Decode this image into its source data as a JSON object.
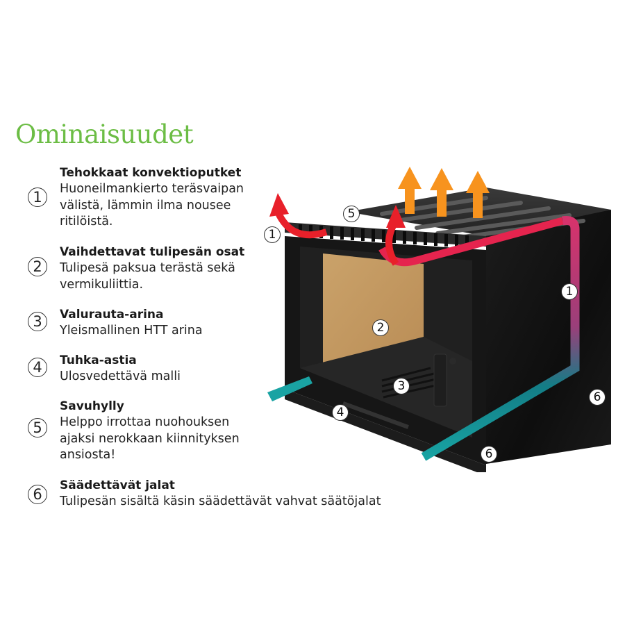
{
  "title": "Ominaisuudet",
  "colors": {
    "title_green": "#6cbd45",
    "warm_air_red": "#e8202a",
    "convection_magenta": "#d6336c",
    "cool_air_teal": "#1aa3a3",
    "hot_air_orange": "#f7931e",
    "stove_black": "#141414",
    "vermiculite_tan": "#c9a06a"
  },
  "features": [
    {
      "number": "1",
      "heading": "Tehokkaat konvektioputket",
      "lines": [
        "Huoneilmankierto teräsvaipan",
        "välistä, lämmin ilma nousee",
        "ritilöistä."
      ]
    },
    {
      "number": "2",
      "heading": "Vaihdettavat tulipesän osat",
      "lines": [
        "Tulipesä paksua terästä sekä",
        "vermikuliittia."
      ]
    },
    {
      "number": "3",
      "heading": "Valurauta-arina",
      "lines": [
        "Yleismallinen HTT arina"
      ]
    },
    {
      "number": "4",
      "heading": "Tuhka-astia",
      "lines": [
        "Ulosvedettävä malli"
      ]
    },
    {
      "number": "5",
      "heading": "Savuhylly",
      "lines": [
        "Helppo irrottaa nuohouksen",
        "ajaksi nerokkaan kiinnityksen",
        "ansiosta!"
      ]
    },
    {
      "number": "6",
      "heading": "Säädettävät jalat",
      "lines": [
        "Tulipesän sisältä käsin säädettävät vahvat säätöjalat"
      ]
    }
  ],
  "diagram": {
    "callouts": [
      {
        "label": "1",
        "part": "convection-inlet-left"
      },
      {
        "label": "5",
        "part": "smoke-shelf"
      },
      {
        "label": "1",
        "part": "convection-side-channel"
      },
      {
        "label": "2",
        "part": "firebox-lining"
      },
      {
        "label": "3",
        "part": "cast-iron-grate"
      },
      {
        "label": "4",
        "part": "ash-drawer"
      },
      {
        "label": "6",
        "part": "adjustable-foot-right"
      },
      {
        "label": "6",
        "part": "adjustable-foot-front"
      }
    ]
  }
}
